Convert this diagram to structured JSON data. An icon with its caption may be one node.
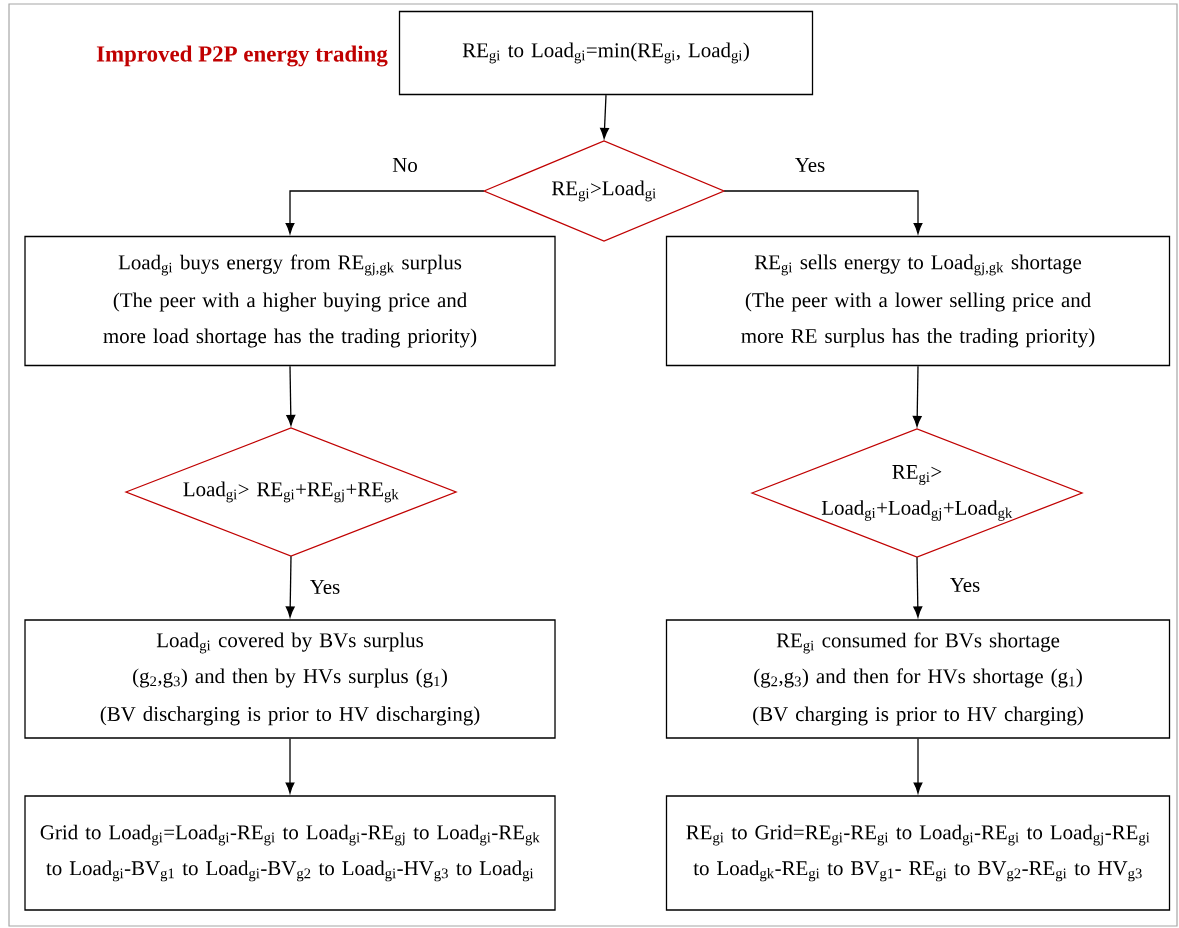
{
  "diagram": {
    "title": "Improved P2P energy trading",
    "nodes": [
      {
        "text": [
          "RE$_{gi}$ to Load$_{gi}$=min(RE$_{gi}$, Load$_{gi}$)"
        ]
      },
      {
        "text": [
          "RE$_{gi}$>Load$_{gi}$"
        ]
      },
      {
        "text": [
          "Load$_{gi}$ buys energy from RE$_{gj,gk}$ surplus",
          "(The peer with a higher buying price and more load shortage has the trading priority)"
        ]
      },
      {
        "text": [
          "RE$_{gi}$ sells energy to Load$_{gj,gk}$ shortage",
          "(The peer with a lower selling price and more RE surplus has the trading priority)"
        ]
      },
      {
        "text": [
          "Load$_{gi}$> RE$_{gi}$+RE$_{gj}$+RE$_{gk}$"
        ]
      },
      {
        "text": [
          "RE$_{gi}$> Load$_{gi}$+Load$_{gj}$+Load$_{gk}$"
        ]
      },
      {
        "text": [
          "Load$_{gi}$ covered by BVs surplus (g$_{2}$,g$_{3}$) and then by HVs surplus (g$_{1}$)",
          "(BV discharging is prior to HV discharging)"
        ]
      },
      {
        "text": [
          "RE$_{gi}$ consumed for BVs shortage (g$_{2}$,g$_{3}$) and then for HVs shortage (g$_{1}$)",
          "(BV charging is prior to HV charging)"
        ]
      },
      {
        "text": [
          "Grid to Load$_{gi}$=Load$_{gi}$-RE$_{gi}$ to Load$_{gi}$-RE$_{gj}$ to Load$_{gi}$-RE$_{gk}$ to Load$_{gi}$-BV$_{g1}$ to Load$_{gi}$-BV$_{g2}$ to Load$_{gi}$-HV$_{g3}$ to Load$_{gi}$"
        ]
      },
      {
        "text": [
          "RE$_{gi}$ to Grid=RE$_{gi}$-RE$_{gi}$ to Load$_{gi}$-RE$_{gi}$ to Load$_{gj}$-RE$_{gi}$ to Load$_{gk}$-RE$_{gi}$ to BV$_{g1}$- RE$_{gi}$ to BV$_{g2}$-RE$_{gi}$ to HV$_{g3}$"
        ]
      }
    ],
    "edges": [
      {
        "from": 0,
        "to": 1,
        "arrow": "to"
      },
      {
        "from": 1,
        "to": 2,
        "arrow": "to",
        "label": "No"
      },
      {
        "from": 1,
        "to": 3,
        "arrow": "to",
        "label": "Yes"
      },
      {
        "from": 2,
        "to": 4,
        "arrow": "to"
      },
      {
        "from": 3,
        "to": 5,
        "arrow": "to"
      },
      {
        "from": 4,
        "to": 6,
        "arrow": "to",
        "label": "Yes"
      },
      {
        "from": 5,
        "to": 7,
        "arrow": "to",
        "label": "Yes"
      },
      {
        "from": 6,
        "to": 8,
        "arrow": "to"
      },
      {
        "from": 7,
        "to": 9,
        "arrow": "to"
      }
    ]
  }
}
